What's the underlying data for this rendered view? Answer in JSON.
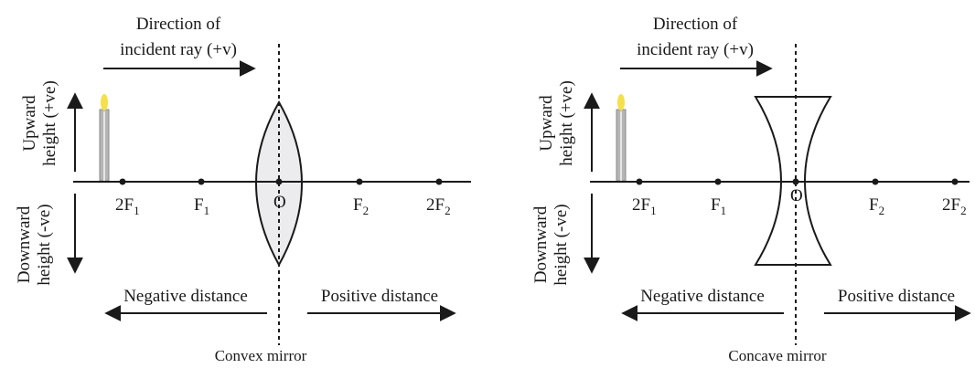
{
  "panels": [
    {
      "caption": "Convex mirror",
      "direction_label_line1": "Direction of",
      "direction_label_line2": "incident ray (+v)",
      "upward_line1": "Upward",
      "upward_line2": "height (+ve)",
      "downward_line1": "Downward",
      "downward_line2": "height (-ve)",
      "negative_distance": "Negative distance",
      "positive_distance": "Positive distance",
      "points": {
        "two_f1": {
          "main": "2F",
          "sub": "1"
        },
        "f1": {
          "main": "F",
          "sub": "1"
        },
        "o": {
          "main": "O",
          "sub": ""
        },
        "f2": {
          "main": "F",
          "sub": "2"
        },
        "two_f2": {
          "main": "2F",
          "sub": "2"
        }
      }
    },
    {
      "caption": "Concave mirror",
      "direction_label_line1": "Direction of",
      "direction_label_line2": "incident ray (+v)",
      "upward_line1": "Upward",
      "upward_line2": "height (+ve)",
      "downward_line1": "Downward",
      "downward_line2": "height (-ve)",
      "negative_distance": "Negative distance",
      "positive_distance": "Positive distance",
      "points": {
        "two_f1": {
          "main": "2F",
          "sub": "1"
        },
        "f1": {
          "main": "F",
          "sub": "1"
        },
        "o": {
          "main": "O",
          "sub": ""
        },
        "f2": {
          "main": "F",
          "sub": "2"
        },
        "two_f2": {
          "main": "2F",
          "sub": "2"
        }
      }
    }
  ],
  "colors": {
    "lens_fill": "#ececef",
    "candle_flame": "#f4e04a",
    "candle_body": "#b5b5b5"
  }
}
